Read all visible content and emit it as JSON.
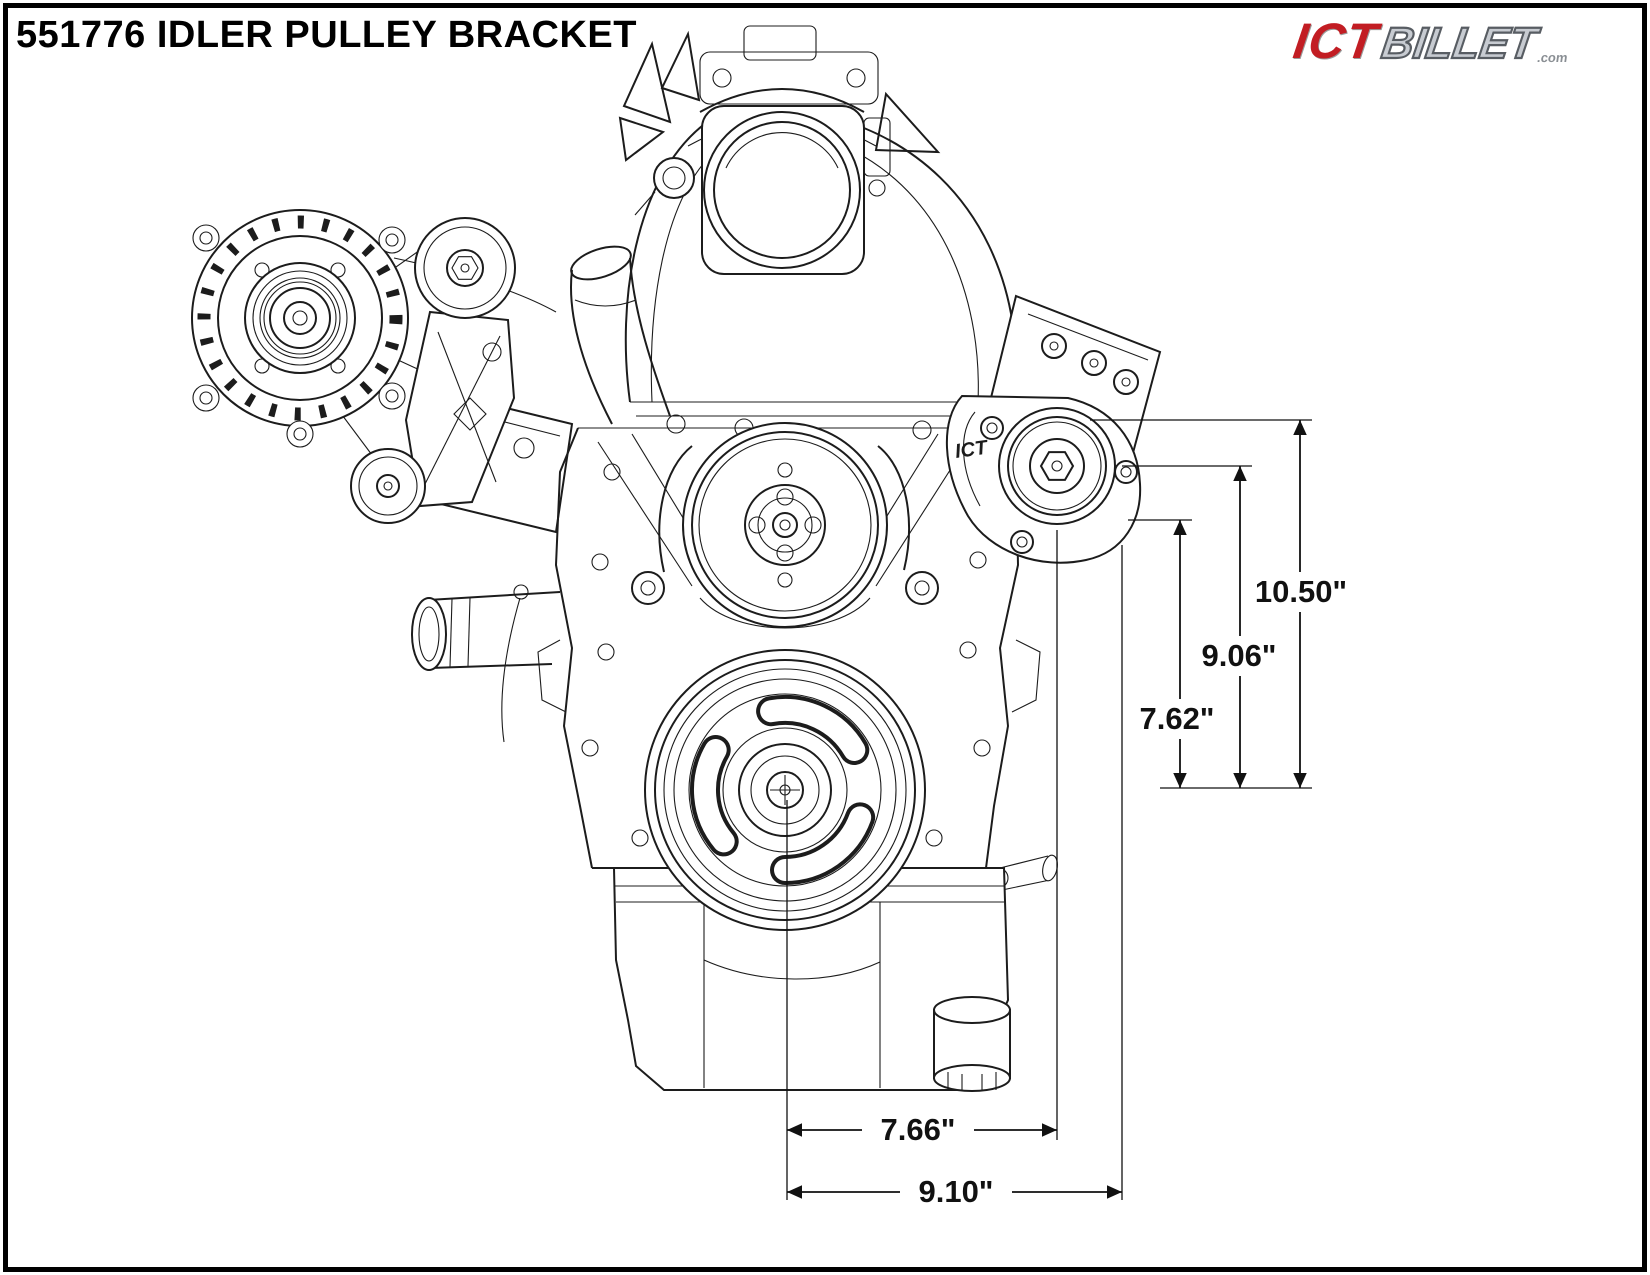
{
  "page": {
    "title": "551776 IDLER PULLEY BRACKET"
  },
  "logo": {
    "ict": "ICT",
    "billet": "BILLET",
    "com": ".com"
  },
  "drawing": {
    "bracket_engraving": "ICT"
  },
  "dimensions": {
    "v_10_50": "10.50\"",
    "v_9_06": "9.06\"",
    "v_7_62": "7.62\"",
    "h_7_66": "7.66\"",
    "h_9_10": "9.10\""
  }
}
